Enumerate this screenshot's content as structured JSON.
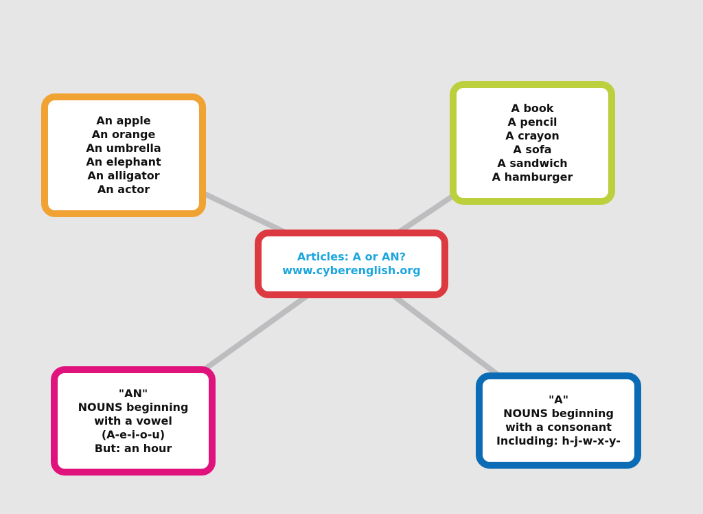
{
  "colors": {
    "background": "#e6e6e6",
    "connector": "#bdbdc0",
    "orange": "#f0a233",
    "green": "#bbd03c",
    "red": "#dc3a40",
    "pink": "#e0137d",
    "blue": "#0b6cb5",
    "title_text": "#1ca6de"
  },
  "center": {
    "lines": [
      "Articles: A or AN?",
      "www.cyberenglish.org"
    ]
  },
  "an_examples": {
    "lines": [
      "An apple",
      "An orange",
      "An umbrella",
      "An elephant",
      "An alligator",
      "An actor"
    ]
  },
  "a_examples": {
    "lines": [
      "A book",
      "A pencil",
      "A crayon",
      "A sofa",
      "A sandwich",
      "A hamburger"
    ]
  },
  "an_rule": {
    "lines": [
      "\"AN\"",
      "NOUNS beginning",
      "with a vowel",
      "(A-e-i-o-u)",
      "But: an hour"
    ]
  },
  "a_rule": {
    "lines": [
      "\"A\"",
      "NOUNS beginning",
      "with a consonant",
      "Including: h-j-w-x-y-"
    ]
  }
}
